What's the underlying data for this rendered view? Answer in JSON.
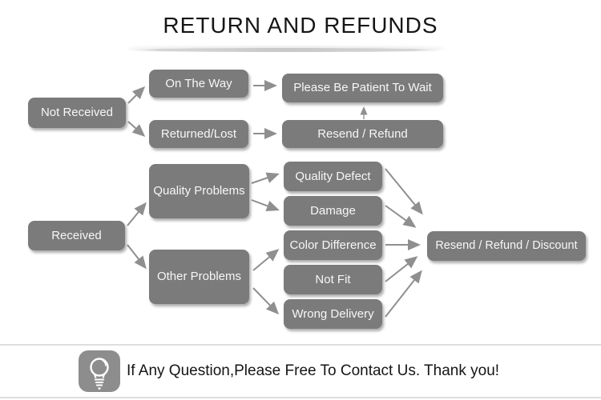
{
  "title": "RETURN AND REFUNDS",
  "diagram": {
    "nodes": [
      {
        "id": "not-received",
        "label": "Not Received"
      },
      {
        "id": "on-the-way",
        "label": "On The Way"
      },
      {
        "id": "returned-lost",
        "label": "Returned/Lost"
      },
      {
        "id": "please-be-patient",
        "label": "Please Be Patient To Wait"
      },
      {
        "id": "resend-refund",
        "label": "Resend / Refund"
      },
      {
        "id": "received",
        "label": "Received"
      },
      {
        "id": "quality-problems",
        "label": "Quality Problems"
      },
      {
        "id": "other-problems",
        "label": "Other Problems"
      },
      {
        "id": "quality-defect",
        "label": "Quality Defect"
      },
      {
        "id": "damage",
        "label": "Damage"
      },
      {
        "id": "color-difference",
        "label": "Color Difference"
      },
      {
        "id": "not-fit",
        "label": "Not Fit"
      },
      {
        "id": "wrong-delivery",
        "label": "Wrong Delivery"
      },
      {
        "id": "resend-refund-discount",
        "label": "Resend / Refund / Discount"
      }
    ],
    "edges": [
      {
        "from": "not-received",
        "to": "on-the-way"
      },
      {
        "from": "not-received",
        "to": "returned-lost"
      },
      {
        "from": "on-the-way",
        "to": "please-be-patient"
      },
      {
        "from": "returned-lost",
        "to": "resend-refund"
      },
      {
        "from": "resend-refund",
        "to": "please-be-patient"
      },
      {
        "from": "received",
        "to": "quality-problems"
      },
      {
        "from": "received",
        "to": "other-problems"
      },
      {
        "from": "quality-problems",
        "to": "quality-defect"
      },
      {
        "from": "quality-problems",
        "to": "damage"
      },
      {
        "from": "other-problems",
        "to": "color-difference"
      },
      {
        "from": "other-problems",
        "to": "wrong-delivery"
      },
      {
        "from": "quality-defect",
        "to": "resend-refund-discount"
      },
      {
        "from": "damage",
        "to": "resend-refund-discount"
      },
      {
        "from": "color-difference",
        "to": "resend-refund-discount"
      },
      {
        "from": "not-fit",
        "to": "resend-refund-discount"
      },
      {
        "from": "wrong-delivery",
        "to": "resend-refund-discount"
      }
    ]
  },
  "footer": {
    "icon": "light-bulb-icon",
    "message": "If Any Question,Please Free To Contact Us. Thank you!"
  },
  "colors": {
    "node_fill": "#7b7b7b",
    "node_text": "#f7f7f7",
    "arrow": "#8f8f8f",
    "title": "#161616",
    "divider": "#dedede",
    "icon_bg": "#8d8d8d"
  }
}
